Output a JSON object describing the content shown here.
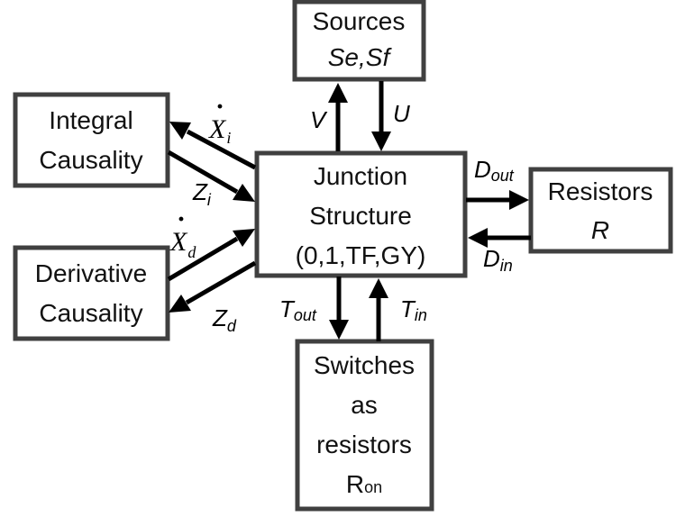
{
  "diagram": {
    "nodes": {
      "sources": {
        "line1": "Sources",
        "line2": "Se,Sf"
      },
      "integral": {
        "line1": "Integral",
        "line2": "Causality"
      },
      "derivative": {
        "line1": "Derivative",
        "line2": "Causality"
      },
      "junction": {
        "line1": "Junction",
        "line2": "Structure",
        "line3": "(0,1,TF,GY)"
      },
      "resistors": {
        "line1": "Resistors",
        "line2": "R"
      },
      "switches": {
        "line1": "Switches",
        "line2": "as",
        "line3": "resistors",
        "line4_main": "R",
        "line4_sub": "on"
      }
    },
    "edges": {
      "v": {
        "main": "V"
      },
      "u": {
        "main": "U"
      },
      "xi": {
        "main": "X",
        "sub": "i",
        "dot": "·"
      },
      "zi": {
        "main": "Z",
        "sub": "i"
      },
      "xd": {
        "main": "X",
        "sub": "d",
        "dot": "·"
      },
      "zd": {
        "main": "Z",
        "sub": "d"
      },
      "dout": {
        "main": "D",
        "sub": "out"
      },
      "din": {
        "main": "D",
        "sub": "in"
      },
      "tout": {
        "main": "T",
        "sub": "out"
      },
      "tin": {
        "main": "T",
        "sub": "in"
      }
    }
  }
}
